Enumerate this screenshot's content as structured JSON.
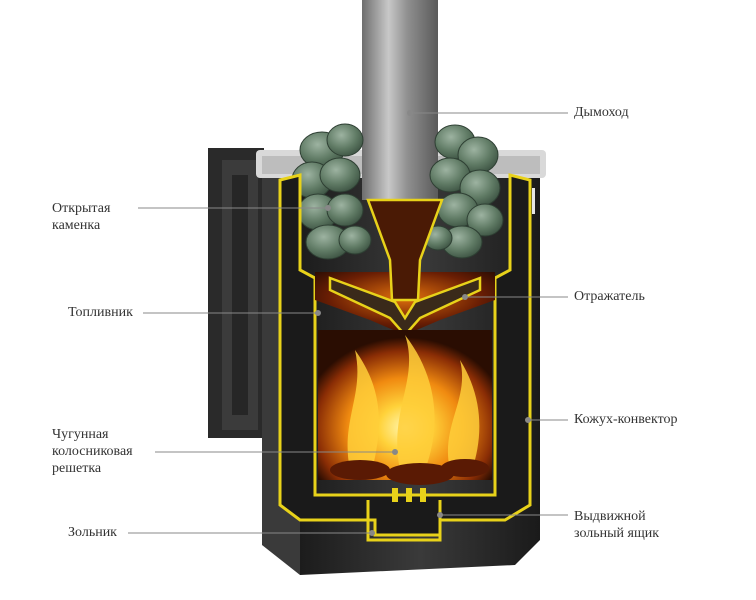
{
  "labels": {
    "chimney": "Дымоход",
    "open_heater_line1": "Открытая",
    "open_heater_line2": "каменка",
    "reflector": "Отражатель",
    "firebox": "Топливник",
    "casing_convector": "Кожух-конвектор",
    "grate_line1": "Чугунная",
    "grate_line2": "колосниковая",
    "grate_line3": "решетка",
    "ashpit": "Зольник",
    "ash_drawer_line1": "Выдвижной",
    "ash_drawer_line2": "зольный ящик"
  },
  "colors": {
    "outline_yellow": "#e8d21a",
    "steel_dark": "#2c2c2c",
    "chimney_gray": "#9a9a9a",
    "stones_green": "#6f8a74",
    "fire_orange": "#f08a10",
    "leader_line": "#888888"
  }
}
